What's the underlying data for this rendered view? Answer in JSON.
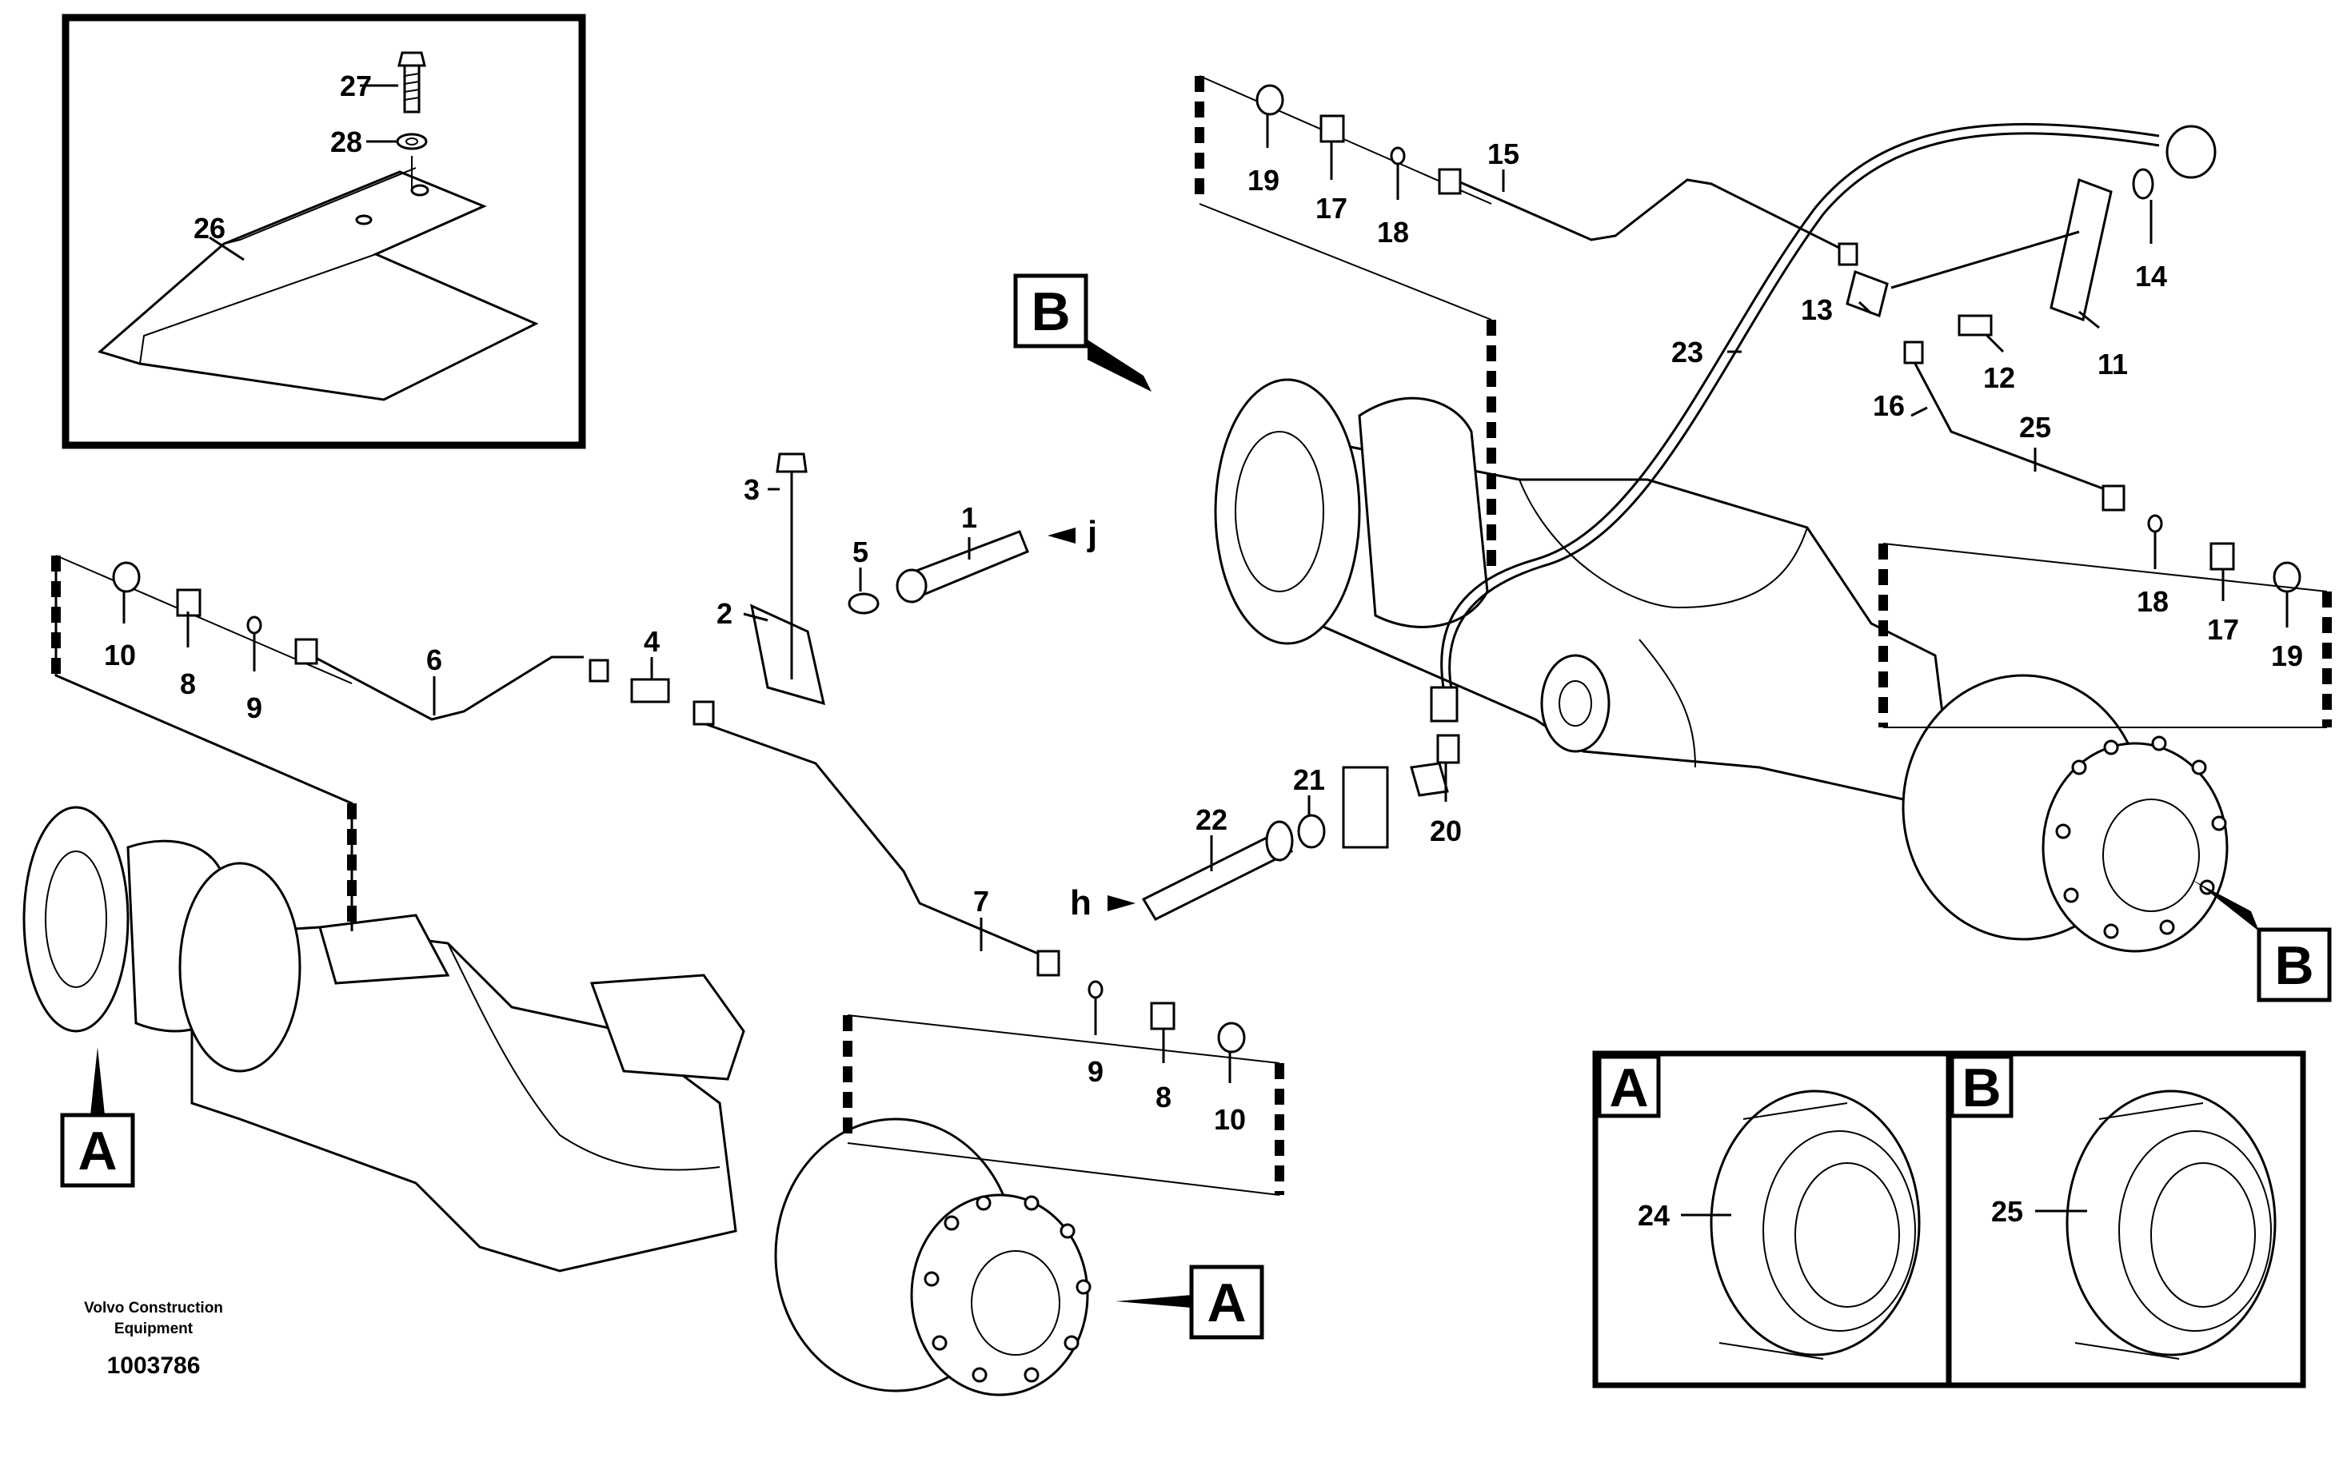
{
  "labels": {
    "l1": "1",
    "l2": "2",
    "l3": "3",
    "l4": "4",
    "l5": "5",
    "l6": "6",
    "l7": "7",
    "l8a": "8",
    "l8b": "8",
    "l9a": "9",
    "l9b": "9",
    "l10a": "10",
    "l10b": "10",
    "l11": "11",
    "l12": "12",
    "l13": "13",
    "l14": "14",
    "l15": "15",
    "l16": "16",
    "l17a": "17",
    "l17b": "17",
    "l18a": "18",
    "l18b": "18",
    "l19a": "19",
    "l19b": "19",
    "l20": "20",
    "l21": "21",
    "l22": "22",
    "l23": "23",
    "l24": "24",
    "l25a": "25",
    "l25b": "25",
    "l26": "26",
    "l27": "27",
    "l28": "28",
    "lj": "j",
    "lh": "h"
  },
  "boxes": {
    "a_left": "A",
    "a_right": "A",
    "a_inset": "A",
    "b_top": "B",
    "b_right": "B",
    "b_inset": "B"
  },
  "caption": {
    "line1": "Volvo Construction",
    "line2": "Equipment",
    "doc_number": "1003786"
  }
}
